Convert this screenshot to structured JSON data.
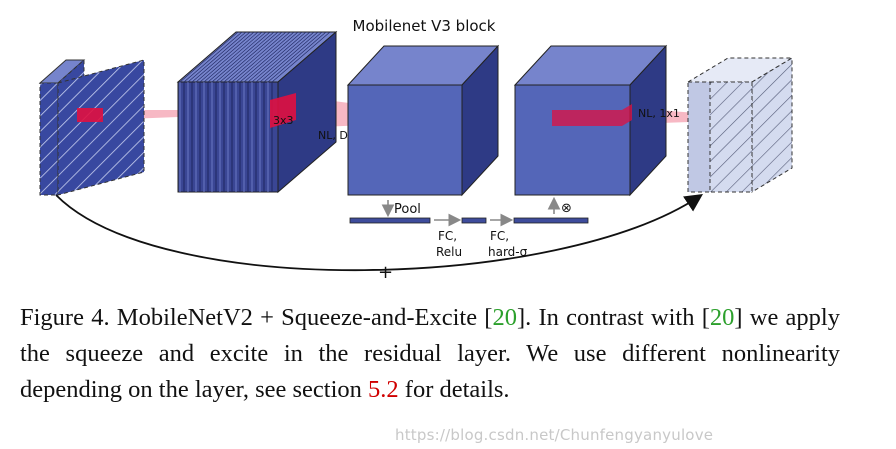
{
  "figure": {
    "title": "Mobilenet V3 block",
    "label_3x3": "3x3",
    "label_nl_dwise": "NL, Dwise",
    "label_nl_1x1": "NL, 1x1",
    "label_pool": "Pool",
    "label_fc1_line1": "FC,",
    "label_fc1_line2": "Relu",
    "label_fc2_line1": "FC,",
    "label_fc2_line2": "hard-σ",
    "label_multiply": "⊗",
    "label_plus": "+"
  },
  "caption": {
    "part1": "Figure 4. MobileNetV2 + Squeeze-and-Excite [",
    "cite1": "20",
    "part2": "].  In contrast with [",
    "cite2": "20",
    "part3": "] we apply the squeeze and excite in the residual layer. We use different nonlinearity depending on the layer, see section ",
    "section_ref": "5.2",
    "part4": " for details."
  },
  "watermark": "https://blog.csdn.net/Chunfengyanyulove",
  "colors": {
    "block_front": "#5466b8",
    "block_top": "#7684cc",
    "block_side": "#2e3a85",
    "highlight": "#e01040",
    "beam": "#f4a0b0",
    "hatched_fill": "#cfd6ee"
  }
}
